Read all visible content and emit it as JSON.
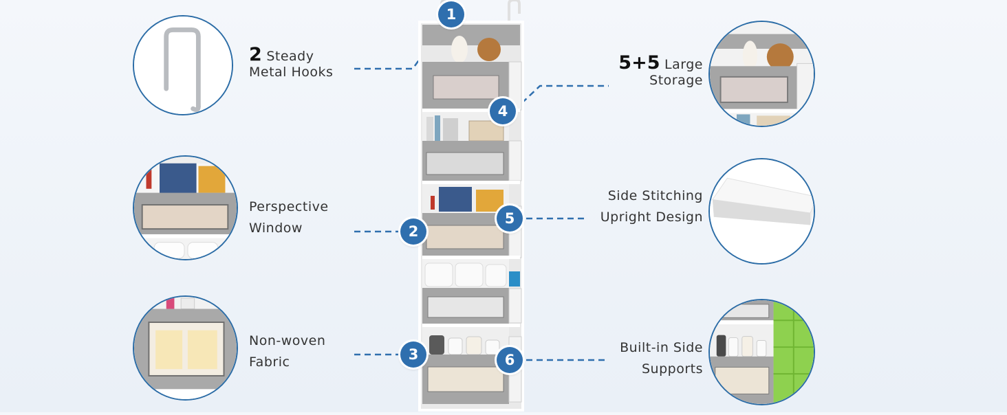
{
  "colors": {
    "accent": "#2f6fae",
    "circle_border": "#2b6ca6",
    "fabric_gray": "#a9a9a9",
    "side_green": "#8ed14f"
  },
  "features": [
    {
      "badge": "1",
      "strong": "2",
      "line1": "Steady",
      "line2": "Metal Hooks",
      "icon": "metal-hook-icon"
    },
    {
      "badge": "2",
      "line1": "Perspective",
      "line2": "Window",
      "icon": "pocket-window-icon"
    },
    {
      "badge": "3",
      "line1": "Non-woven",
      "line2": "Fabric",
      "icon": "fabric-closeup-icon"
    },
    {
      "badge": "4",
      "strong": "5+5",
      "line1": "Large",
      "line2": "Storage",
      "icon": "storage-pocket-icon"
    },
    {
      "badge": "5",
      "line1": "Side Stitching",
      "line2": "Upright Design",
      "icon": "support-board-icon"
    },
    {
      "badge": "6",
      "line1": "Built-in Side",
      "line2": "Supports",
      "icon": "side-support-icon"
    }
  ]
}
